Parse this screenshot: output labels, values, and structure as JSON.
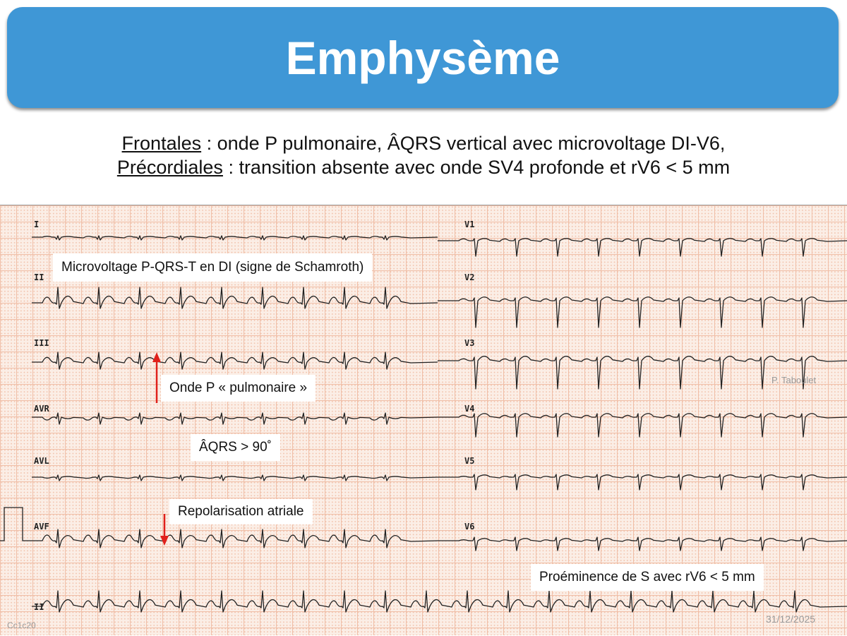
{
  "title": "Emphysème",
  "subtitle": {
    "line1_label": "Frontales",
    "line1_text": " : onde P pulmonaire, ÂQRS vertical avec microvoltage DI-V6,",
    "line2_label": "Précordiales",
    "line2_text": " : transition absente avec onde SV4 profonde et rV6 < 5 mm"
  },
  "leads": {
    "I": "I",
    "II": "II",
    "III": "III",
    "aVR": "AVR",
    "aVL": "AVL",
    "aVF": "AVF",
    "V1": "V1",
    "V2": "V2",
    "V3": "V3",
    "V4": "V4",
    "V5": "V5",
    "V6": "V6",
    "rhythm": "II"
  },
  "annotations": {
    "microvoltage": "Microvoltage P-QRS-T en DI (signe de Schamroth)",
    "p_wave": "Onde P « pulmonaire »",
    "axis": "ÂQRS > 90˚",
    "repolarisation": "Repolarisation atriale",
    "s_prominence": "Proéminence de S avec rV6 < 5 mm"
  },
  "author": "P. Taboulet",
  "slide_code": "Cc1c20",
  "date": "31/12/2025",
  "colors": {
    "banner": "#3f97d6",
    "arrow": "#e0201b",
    "trace": "#222222"
  }
}
